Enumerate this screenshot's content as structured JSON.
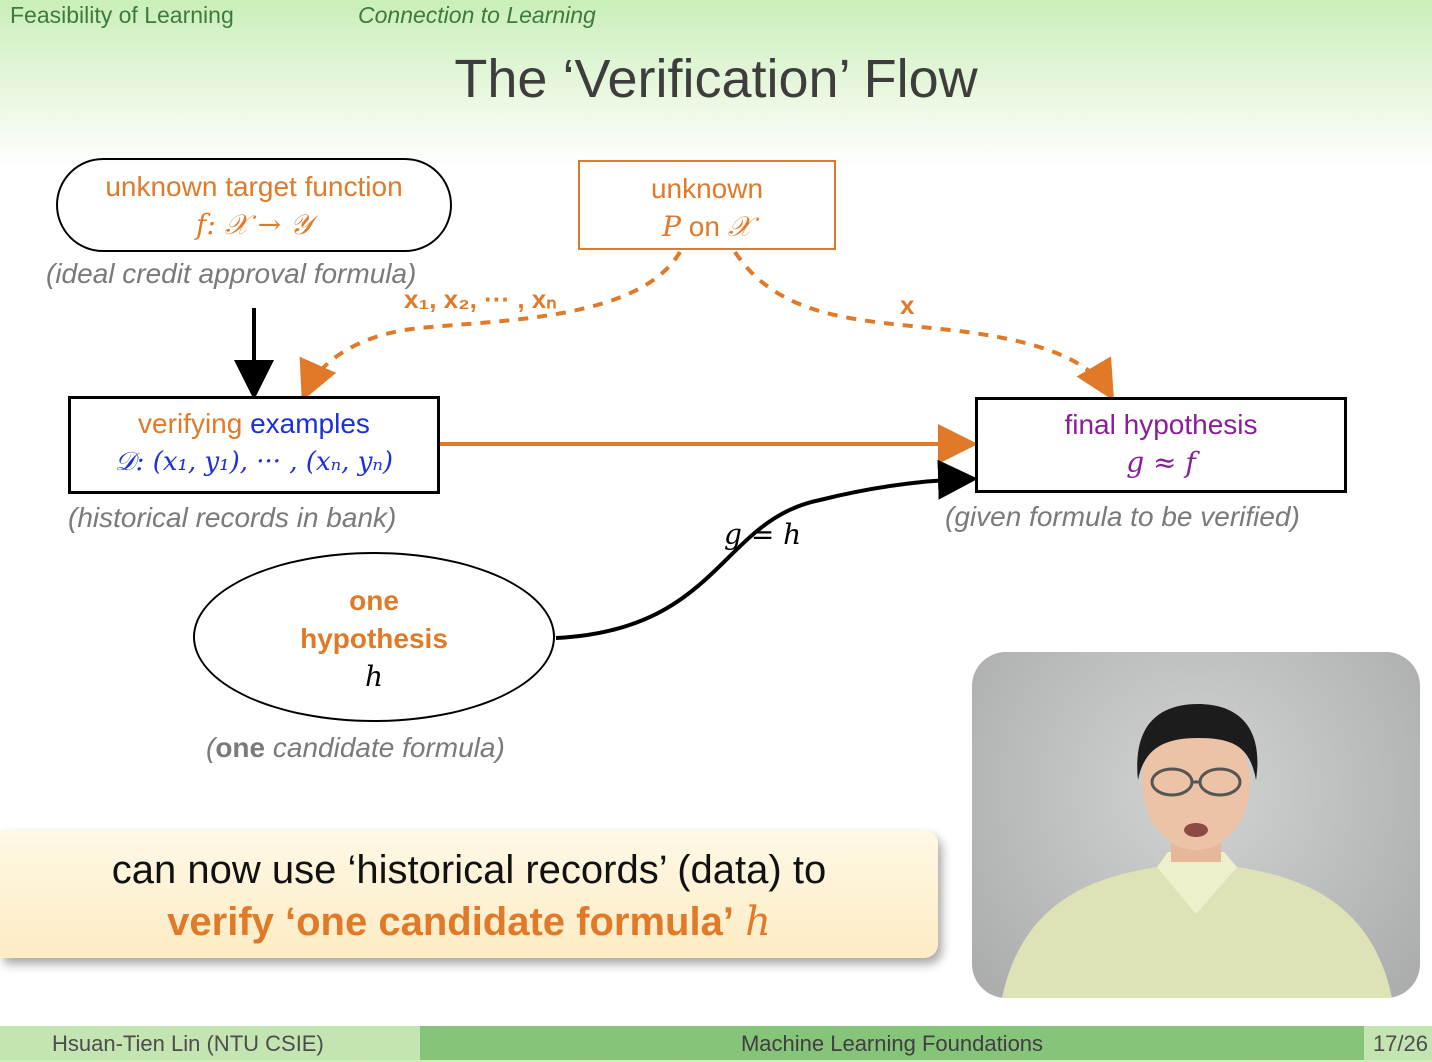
{
  "nav": {
    "section": "Feasibility of Learning",
    "subsection": "Connection to Learning"
  },
  "title": "The ‘Verification’ Flow",
  "nodes": {
    "target": {
      "line1": "unknown target function",
      "formula": "f: 𝒳 → 𝒴",
      "caption": "(ideal credit approval formula)"
    },
    "distribution": {
      "line1": "unknown",
      "formula_p": "P",
      "formula_on": " on ",
      "formula_x": "𝒳"
    },
    "examples": {
      "word1": "verifying",
      "word2": " examples",
      "formula": "𝒟: (x₁, y₁), ··· , (xₙ, yₙ)",
      "caption": "(historical records in bank)"
    },
    "final": {
      "line1": "final hypothesis",
      "formula": "g ≈ f",
      "caption": "(given formula to be verified)"
    },
    "hypothesis": {
      "line1": "one",
      "line2": "hypothesis",
      "var": "h",
      "caption_bold": "one",
      "caption_rest": " candidate formula)",
      "caption_open": "("
    }
  },
  "arrow_labels": {
    "samples": "x₁, x₂, ··· , xₙ",
    "x": "x",
    "g_eq_h": "g = h"
  },
  "callout": {
    "line1": "can now use ‘historical records’ (data) to",
    "line2": "verify ‘one candidate formula’",
    "line2_var": "h"
  },
  "footer": {
    "author": "Hsuan-Tien Lin  (NTU CSIE)",
    "course": "Machine Learning Foundations",
    "page": "17/26"
  },
  "colors": {
    "orange": "#e07a28",
    "blue": "#1d2fd8",
    "purple": "#8a1e9a",
    "nav_green": "#3f7a3a"
  }
}
